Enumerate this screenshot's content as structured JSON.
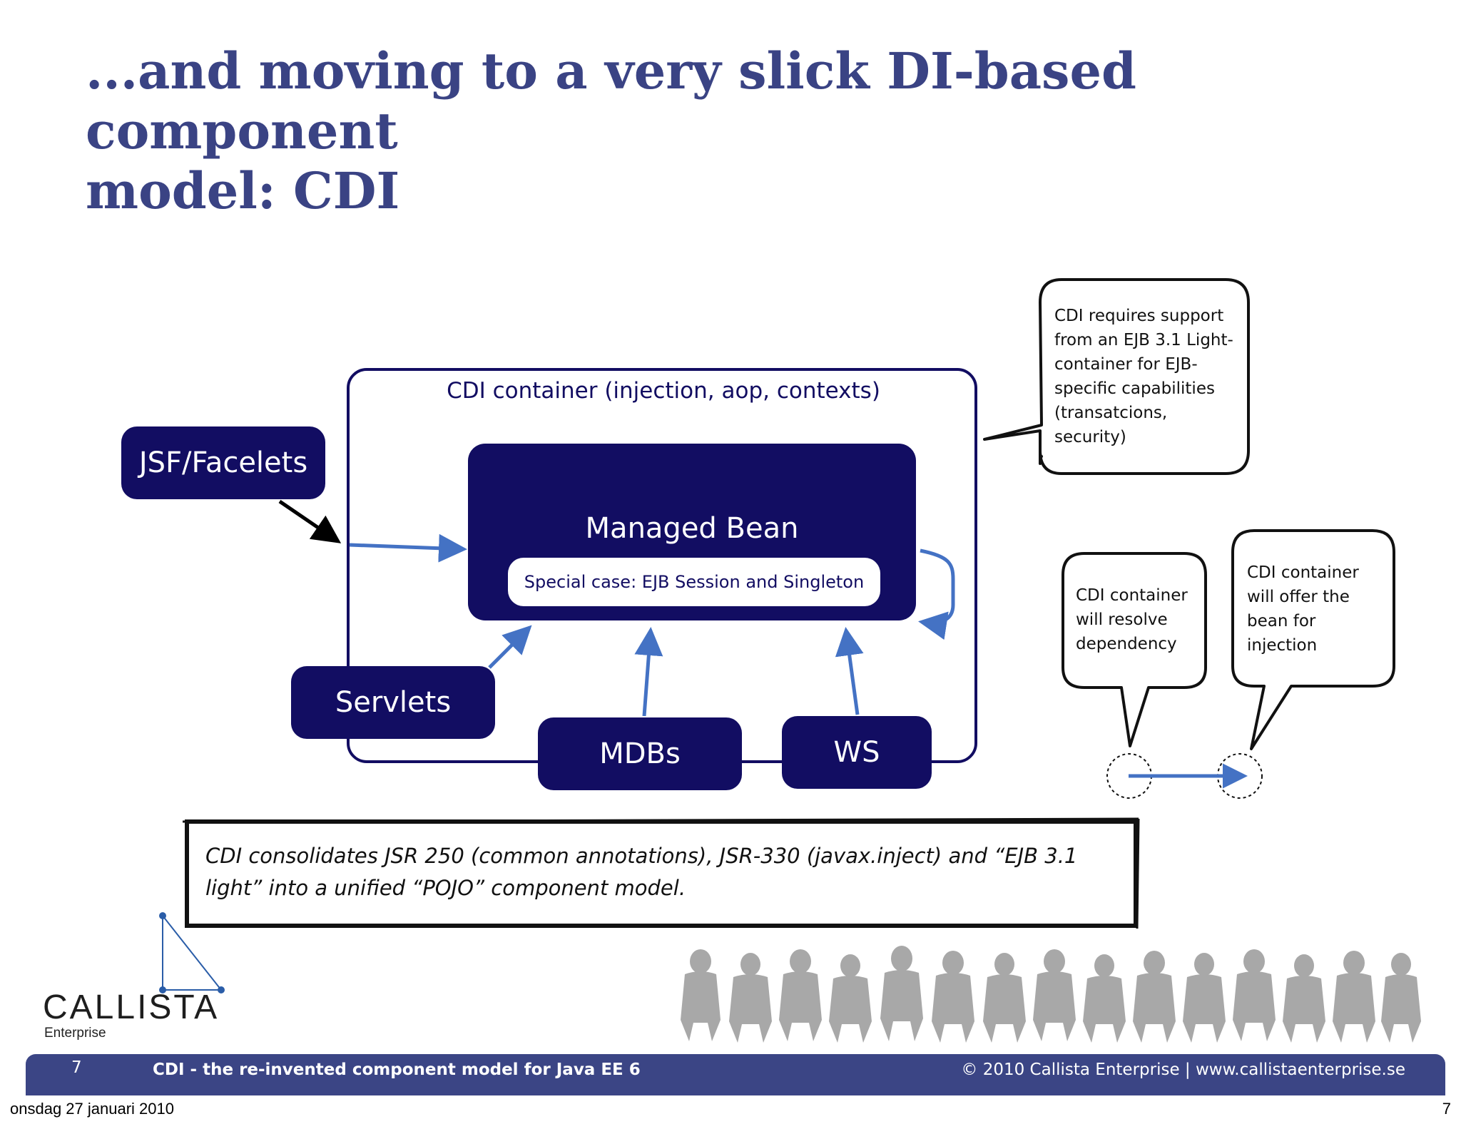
{
  "slide": {
    "title_lines": [
      "...and moving to a very slick DI-based component",
      "model: CDI"
    ]
  },
  "diagram": {
    "container_label": "CDI container (injection, aop, contexts)",
    "managed_bean": "Managed Bean",
    "special_case": "Special case: EJB Session and Singleton",
    "boxes": {
      "jsf": "JSF/Facelets",
      "servlets": "Servlets",
      "mdbs": "MDBs",
      "ws": "WS"
    },
    "colors": {
      "box_fill": "#120d62",
      "arrow_blue": "#4472c4",
      "title": "#3a4384",
      "footer": "#3b4585"
    }
  },
  "callouts": {
    "ejb_support": [
      "CDI requires support",
      "from an EJB 3.1 Light-",
      "container for EJB-",
      "specific capabilities",
      "(transatcions,",
      "security)"
    ],
    "resolve": [
      "CDI container",
      "will resolve",
      "dependency"
    ],
    "offer": [
      "CDI container",
      "will offer the",
      "bean for",
      "injection"
    ]
  },
  "note": {
    "lines": [
      "CDI consolidates JSR 250 (common annotations), JSR-330 (javax.inject) and “EJB 3.1",
      "light” into a unified “POJO” component model."
    ]
  },
  "logo": {
    "name": "CALLISTA",
    "sub": "Enterprise"
  },
  "footer": {
    "page_number": "7",
    "presentation_title": "CDI - the re-invented component model for Java EE 6",
    "copyright": "© 2010 Callista Enterprise | www.callistaenterprise.se"
  },
  "print_meta": {
    "date": "onsdag 27 januari 2010",
    "page": "7"
  },
  "decorations": {
    "people_silhouettes": "people-silhouettes-icon"
  }
}
